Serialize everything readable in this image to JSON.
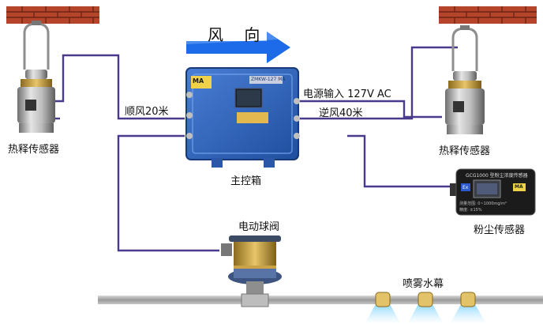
{
  "wind_direction_label": "风 向",
  "main_box": {
    "label": "主控箱",
    "badge_text": "MA",
    "plate_text": "ZMKW-127 MA"
  },
  "left_sensor": {
    "label": "热释传感器"
  },
  "right_sensor": {
    "label": "热释传感器"
  },
  "downwind_label": "顺风20米",
  "upwind_label": "逆风40米",
  "power_input_label": "电源输入 127V AC",
  "valve_label": "电动球阀",
  "mist_label": "喷雾水幕",
  "dust_sensor": {
    "label": "粉尘传感器",
    "screen_title": "GCG1000 型粉尘浓度传感器",
    "screen_line1": "测量范围: 0~1000mg/m³",
    "screen_line2": "精度: ±15%",
    "ex_mark": "Ex",
    "ma_mark": "MA"
  },
  "colors": {
    "cable": "#4b3a8c",
    "box_blue": "#2f61b8",
    "arrow_blue": "#1d6be8",
    "brick": "#b5452a"
  }
}
